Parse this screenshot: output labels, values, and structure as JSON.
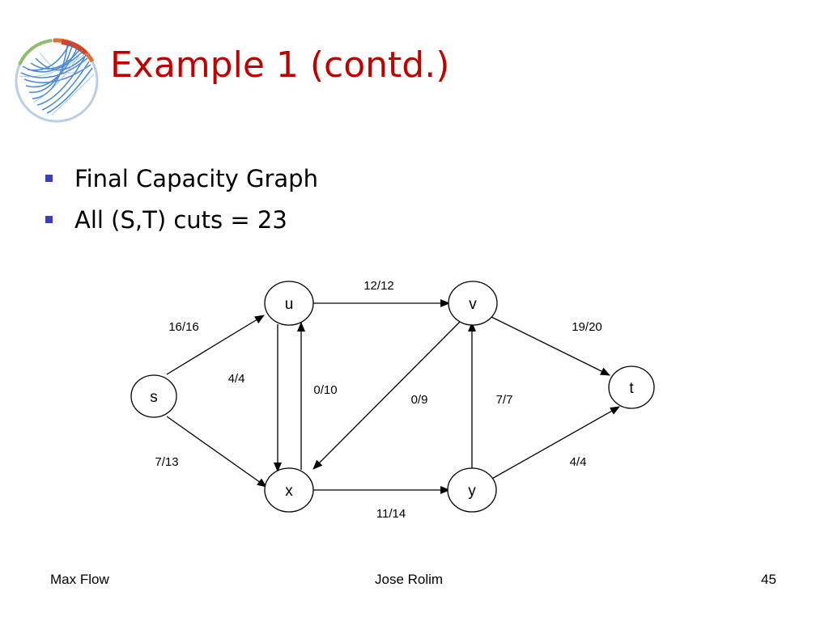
{
  "slide": {
    "title": "Example 1 (contd.)",
    "logo_icon": "network-circle-logo-icon",
    "bullets": [
      "Final Capacity Graph",
      "All (S,T) cuts = 23"
    ],
    "colors": {
      "title": "#c00000",
      "bullet_marker": "#3b3eb5"
    }
  },
  "graph": {
    "nodes": [
      {
        "id": "s",
        "label": "s"
      },
      {
        "id": "u",
        "label": "u"
      },
      {
        "id": "v",
        "label": "v"
      },
      {
        "id": "x",
        "label": "x"
      },
      {
        "id": "y",
        "label": "y"
      },
      {
        "id": "t",
        "label": "t"
      }
    ],
    "edges": [
      {
        "from": "s",
        "to": "u",
        "label": "16/16"
      },
      {
        "from": "s",
        "to": "x",
        "label": "7/13"
      },
      {
        "from": "u",
        "to": "v",
        "label": "12/12"
      },
      {
        "from": "u",
        "to": "x",
        "label": "4/4"
      },
      {
        "from": "x",
        "to": "u",
        "label": "0/10"
      },
      {
        "from": "v",
        "to": "x",
        "label": "0/9"
      },
      {
        "from": "y",
        "to": "v",
        "label": "7/7"
      },
      {
        "from": "v",
        "to": "t",
        "label": "19/20"
      },
      {
        "from": "x",
        "to": "y",
        "label": "11/14"
      },
      {
        "from": "y",
        "to": "t",
        "label": "4/4"
      }
    ]
  },
  "footer": {
    "left": "Max Flow",
    "center": "Jose Rolim",
    "page_number": "45"
  }
}
